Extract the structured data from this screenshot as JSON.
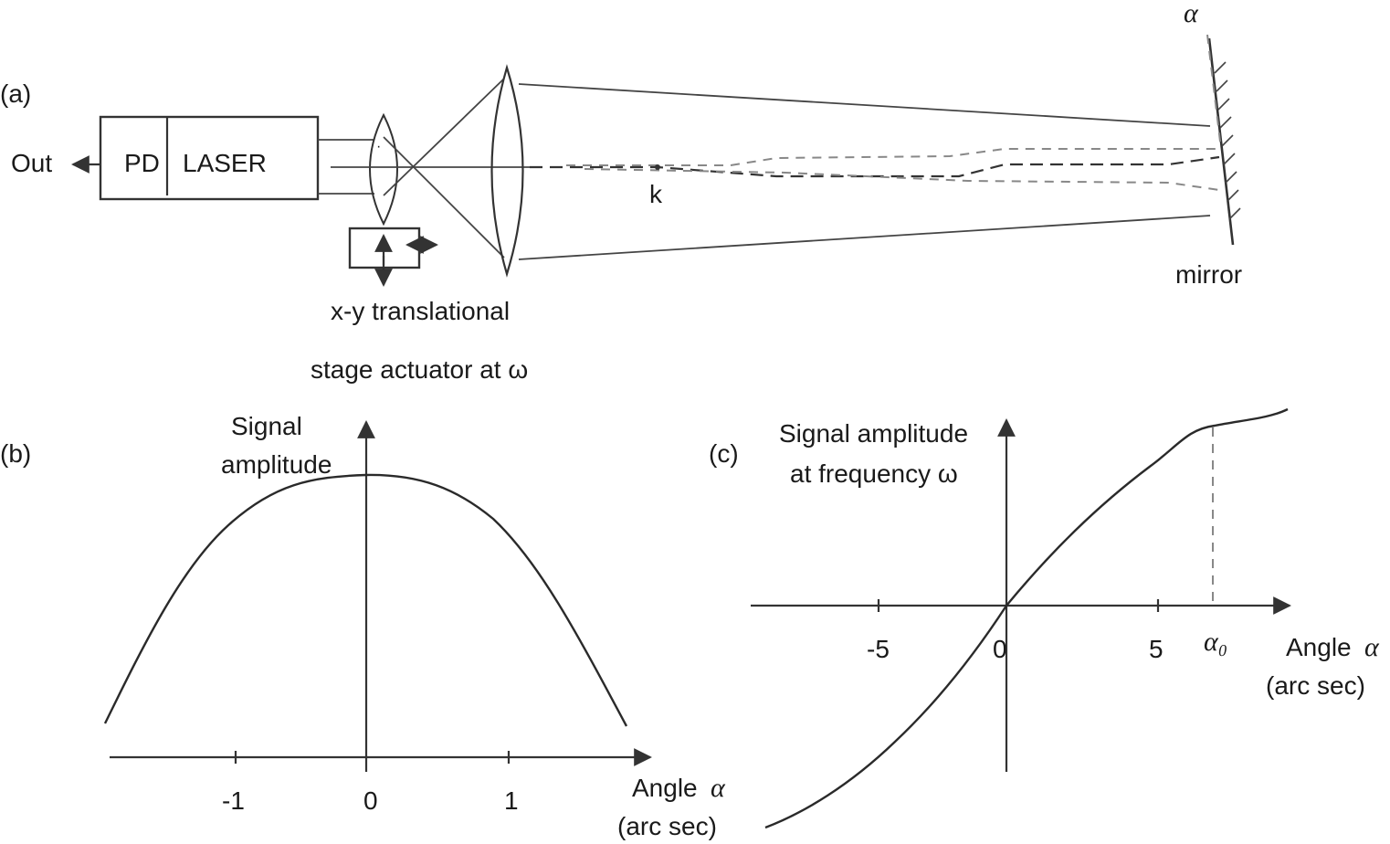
{
  "panel_a": {
    "label": "(a)",
    "out": "Out",
    "pd": "PD",
    "laser": "LASER",
    "k": "k",
    "mirror": "mirror",
    "alpha": "α",
    "stage_line1": "x-y translational",
    "stage_line2": "stage actuator at ω"
  },
  "panel_b": {
    "label": "(b)",
    "ylabel_line1": "Signal",
    "ylabel_line2": "amplitude",
    "xlabel_line1": "Angle",
    "xlabel_symbol": "α",
    "xlabel_line2": "(arc sec)",
    "ticks": [
      "-1",
      "0",
      "1"
    ]
  },
  "panel_c": {
    "label": "(c)",
    "ylabel_line1": "Signal amplitude",
    "ylabel_line2": "at frequency ω",
    "xlabel_line1": "Angle",
    "xlabel_symbol": "α",
    "xlabel_line2": "(arc sec)",
    "ticks": [
      "-5",
      "0",
      "5"
    ],
    "alpha0_label": "α₀"
  }
}
